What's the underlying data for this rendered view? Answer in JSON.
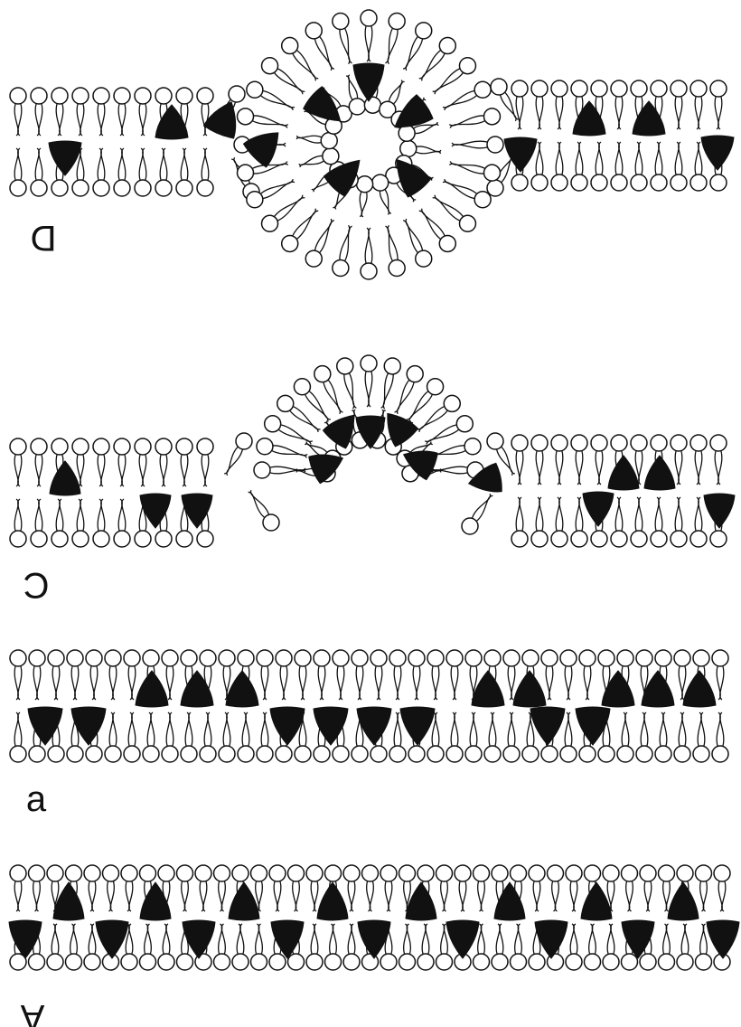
{
  "figure": {
    "panels": [
      {
        "id": "D",
        "label": "D",
        "label_flipped": true,
        "state": "bilayer-with-micelle"
      },
      {
        "id": "C",
        "label": "C",
        "label_flipped": true,
        "state": "bilayer-with-bulge"
      },
      {
        "id": "B",
        "label": "a",
        "label_flipped": false,
        "state": "bilayer-clustered-inclusions"
      },
      {
        "id": "A",
        "label": "A",
        "label_flipped": true,
        "state": "bilayer-alternating-inclusions"
      }
    ],
    "colors": {
      "ink": "#111111",
      "background": "#ffffff"
    }
  }
}
